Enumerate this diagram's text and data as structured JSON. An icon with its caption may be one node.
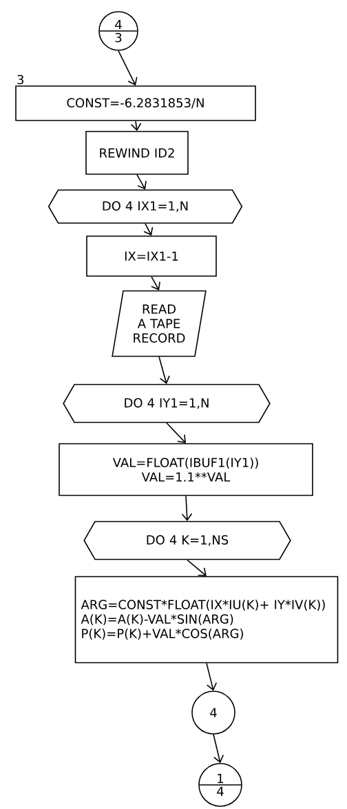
{
  "diagram": {
    "nodes": [
      {
        "text": [
          "4",
          "3"
        ]
      },
      {
        "text": [
          "CONST=-6.2831853/N"
        ],
        "beside": [
          "3"
        ]
      },
      {
        "text": [
          "REWIND ID2"
        ]
      },
      {
        "text": [
          "DO 4 IX1=1,N"
        ]
      },
      {
        "text": [
          "IX=IX1-1"
        ]
      },
      {
        "text": [
          "READ A TAPE RECORD"
        ]
      },
      {
        "text": [
          "DO 4 IY1=1,N"
        ]
      },
      {
        "text": [
          "VAL=FLOAT(IBUF1(IY1))",
          "VAL=1.1**VAL"
        ]
      },
      {
        "text": [
          "DO 4 K=1,NS"
        ]
      },
      {
        "text": [
          "ARG=CONST*FLOAT(IX*IU(K)+ IY*IV(K))",
          "A(K)=A(K)-VAL*SIN(ARG)",
          "P(K)=P(K)+VAL*COS(ARG)"
        ]
      },
      {
        "text": [
          "4"
        ]
      },
      {
        "text": [
          "1",
          "4"
        ]
      }
    ],
    "edges": [
      {
        "from": 0,
        "to": 1,
        "arrow": "to"
      },
      {
        "from": 1,
        "to": 2,
        "arrow": "to"
      },
      {
        "from": 2,
        "to": 3,
        "arrow": "to"
      },
      {
        "from": 3,
        "to": 4,
        "arrow": "to"
      },
      {
        "from": 4,
        "to": 5,
        "arrow": "to"
      },
      {
        "from": 5,
        "to": 6,
        "arrow": "to"
      },
      {
        "from": 6,
        "to": 7,
        "arrow": "to"
      },
      {
        "from": 7,
        "to": 8,
        "arrow": "to"
      },
      {
        "from": 8,
        "to": 9,
        "arrow": "to"
      },
      {
        "from": 9,
        "to": 10,
        "arrow": "to"
      },
      {
        "from": 10,
        "to": 11,
        "arrow": "to"
      }
    ]
  }
}
